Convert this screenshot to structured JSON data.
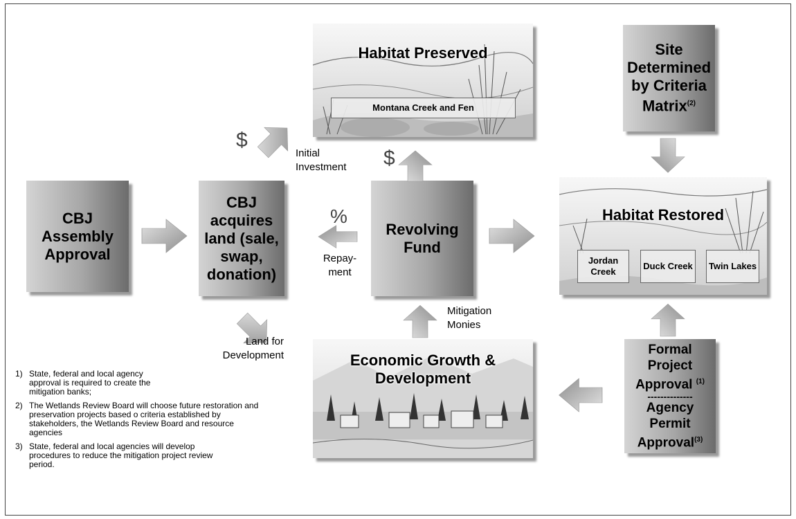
{
  "boxes": {
    "cbj_assembly": "CBJ Assembly Approval",
    "cbj_acquires": "CBJ acquires land (sale, swap, donation)",
    "revolving_fund": "Revolving Fund",
    "site_determined": {
      "text": "Site Determined by Criteria Matrix",
      "sup": "(2)"
    },
    "formal_approval": {
      "line1": "Formal",
      "line2": "Project",
      "line3": "Approval",
      "sup1": "(1)",
      "divider": "--------------",
      "line4": "Agency",
      "line5": "Permit",
      "line6": "Approval",
      "sup3": "(3)"
    }
  },
  "habitat_preserved": {
    "title": "Habitat Preserved",
    "site": "Montana Creek and Fen"
  },
  "habitat_restored": {
    "title": "Habitat Restored",
    "sites": [
      "Jordan Creek",
      "Duck Creek",
      "Twin Lakes"
    ]
  },
  "economic": {
    "title": "Economic Growth & Development"
  },
  "labels": {
    "initial_investment": "Initial Investment",
    "repayment": "Repay-\nment",
    "land_for_development": "Land for Development",
    "mitigation_monies": "Mitigation Monies",
    "dollar1": "$",
    "dollar2": "$",
    "percent": "%"
  },
  "notes": [
    {
      "num": "1)",
      "text": "State, federal and local agency approval is required to create the mitigation banks;"
    },
    {
      "num": "2)",
      "text": "The Wetlands Review Board will choose future restoration and preservation projects based o criteria established by stakeholders, the Wetlands Review Board and resource agencies"
    },
    {
      "num": "3)",
      "text": "State, federal and local agencies will develop procedures to reduce the mitigation project review period."
    }
  ],
  "colors": {
    "box_light": "#d4d4d4",
    "box_dark": "#6c6c6c",
    "arrow": "#b5b5b5"
  }
}
